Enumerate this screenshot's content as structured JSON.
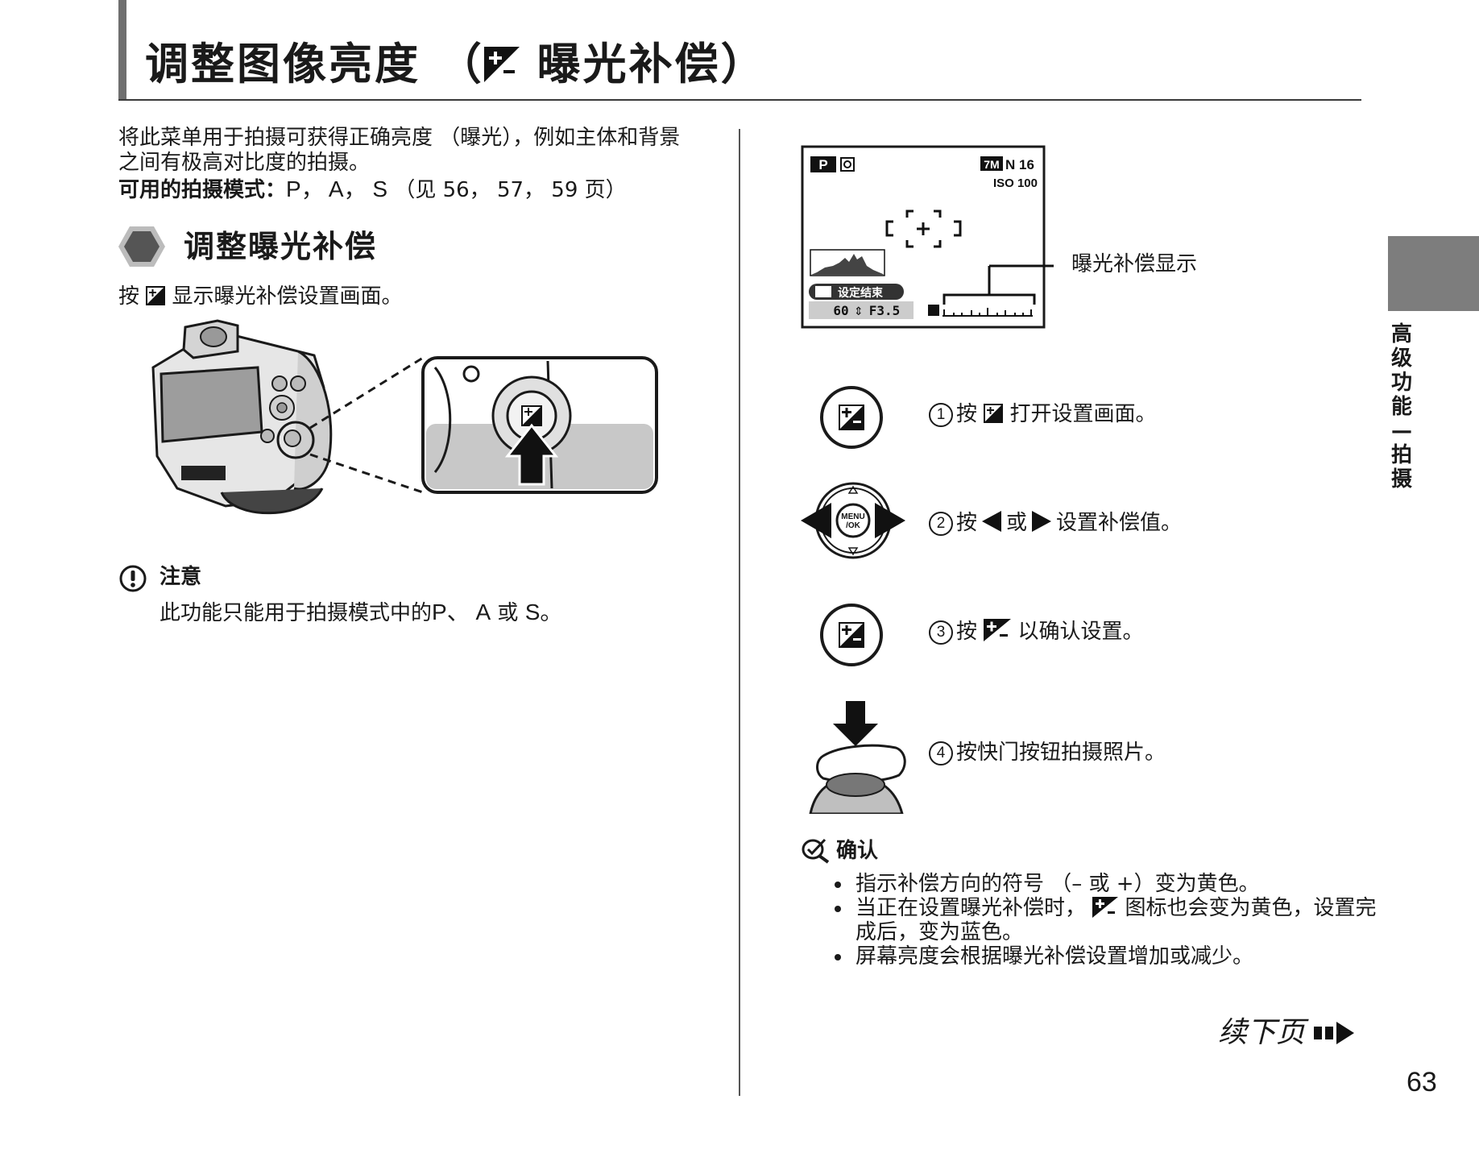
{
  "title": {
    "prefix": "调整图像亮度 （",
    "suffix": " 曝光补偿）"
  },
  "intro": {
    "text": "将此菜单用于拍摄可获得正确亮度 （曝光），例如主体和背景之间有极高对比度的拍摄。",
    "modes_label": "可用的拍摄模式：",
    "modes_value": "P， A， S",
    "modes_ref": "（见 56， 57， 59 页）"
  },
  "section": {
    "title": "调整曝光补偿",
    "press_prefix": "按",
    "press_suffix": "显示曝光补偿设置画面。"
  },
  "note": {
    "title": "注意",
    "body_prefix": "此功能只能用于拍摄模式中的",
    "body_modes": "P、 A",
    "body_or": "或",
    "body_last": "S。"
  },
  "lcd": {
    "mode": "P",
    "size": "7M",
    "quality_count": "N 16",
    "iso": "ISO 100",
    "set_end": "设定结束",
    "shutter": "60",
    "aperture": "F3.5",
    "callout": "曝光补偿显示"
  },
  "button_labels": {
    "menu_ok_line1": "MENU",
    "menu_ok_line2": "/OK"
  },
  "steps": [
    {
      "num": "1",
      "prefix": "按",
      "suffix": "打开设置画面。"
    },
    {
      "num": "2",
      "prefix": "按",
      "mid": "或",
      "suffix": "设置补偿值。"
    },
    {
      "num": "3",
      "prefix": "按",
      "suffix": "以确认设置。"
    },
    {
      "num": "4",
      "text": "按快门按钮拍摄照片。"
    }
  ],
  "confirm": {
    "title": "确认",
    "items": [
      "指示补偿方向的符号 （– 或 +）变为黄色。",
      "当正在设置曝光补偿时，",
      "图标也会变为黄色，设置完成后，变为蓝色。",
      "屏幕亮度会根据曝光补偿设置增加或减少。"
    ]
  },
  "footer": {
    "continued": "续下页",
    "page_number": "63"
  },
  "side_tab": {
    "text": "高级功能—拍摄"
  },
  "colors": {
    "title_bar": "#6f6f6f",
    "side_tab": "#7d7d7d",
    "text": "#1a1a1a"
  }
}
